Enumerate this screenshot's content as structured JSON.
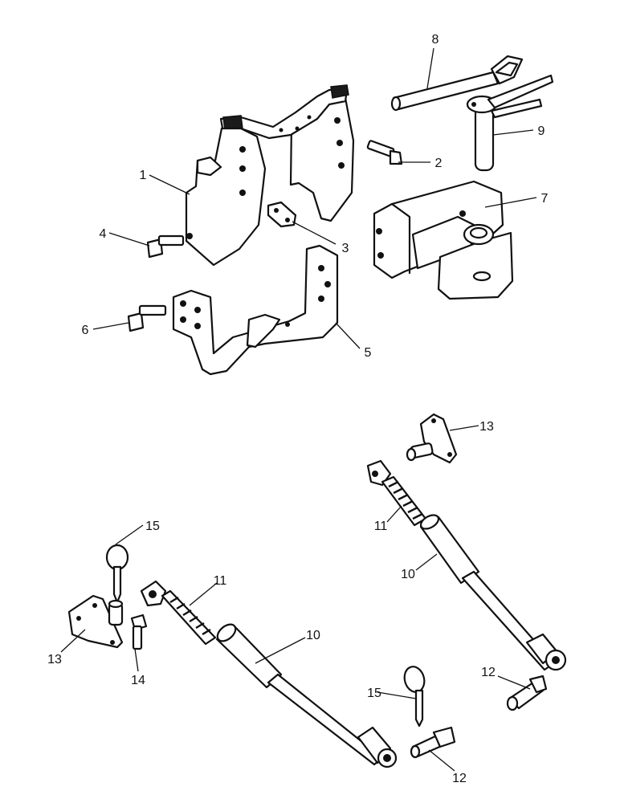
{
  "callouts": {
    "c1": "1",
    "c2": "2",
    "c3": "3",
    "c4": "4",
    "c5": "5",
    "c6": "6",
    "c7": "7",
    "c8": "8",
    "c9": "9",
    "c10_right": "10",
    "c10_left": "10",
    "c11_right": "11",
    "c11_left": "11",
    "c12_right": "12",
    "c12_bottom": "12",
    "c13_right": "13",
    "c13_left": "13",
    "c14": "14",
    "c15_left": "15",
    "c15_bottom": "15"
  }
}
